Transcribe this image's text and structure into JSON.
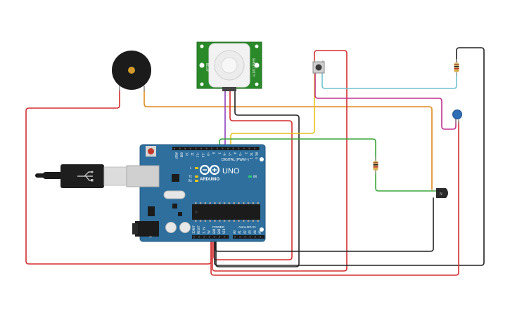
{
  "board": {
    "uno_label": "UNO",
    "brand_label": "ARDUINO",
    "digital_header_label": "DIGITAL (PWM~)",
    "power_header_label": "POWER",
    "analog_header_label": "ANALOG IN",
    "led_labels": [
      "L",
      "TX",
      "RX"
    ],
    "on_label": "ON",
    "digital_pins": [
      "AREF",
      "GND",
      "13",
      "12",
      "~11",
      "~10",
      "~9",
      "8",
      "7",
      "~6",
      "~5",
      "4",
      "~3",
      "2",
      "TX 1",
      "RX 0"
    ],
    "power_pins": [
      "IOREF",
      "RESET",
      "3.3V",
      "5V",
      "GND",
      "GND",
      "VIN"
    ],
    "analog_pins": [
      "A0",
      "A1",
      "A2",
      "A3",
      "A4",
      "A5"
    ]
  },
  "pir_sensor": {
    "left_label": "DELAY",
    "right_label": "SENSITIVITY"
  },
  "colors": {
    "board": "#2e6f9e",
    "pir_board": "#2a8a2a",
    "wire_red": "#d32f2f",
    "wire_black": "#222222",
    "wire_orange": "#e08a1e",
    "wire_yellow": "#e6c21a",
    "wire_green": "#3aa63a",
    "wire_purple": "#8e3fbf",
    "wire_cyan": "#6fc3d0",
    "wire_magenta": "#c2308f"
  }
}
